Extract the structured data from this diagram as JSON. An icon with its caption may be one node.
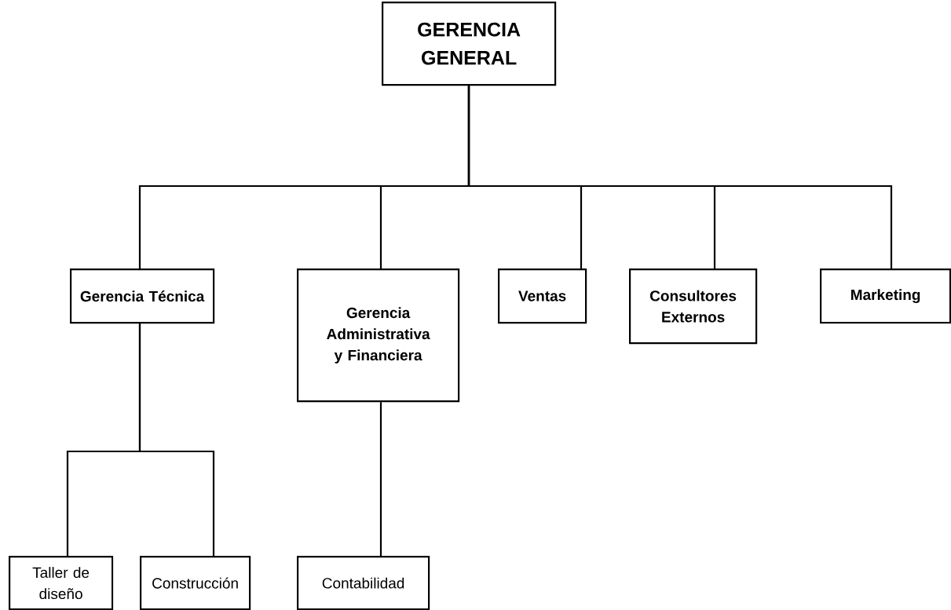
{
  "diagram": {
    "nodes": [
      {
        "text": [
          "GERENCIA GENERAL"
        ]
      },
      {
        "text": [
          "Gerencia Técnica"
        ]
      },
      {
        "text": [
          "Gerencia Administrativa y Financiera"
        ]
      },
      {
        "text": [
          "Ventas"
        ]
      },
      {
        "text": [
          "Consultores Externos"
        ]
      },
      {
        "text": [
          "Marketing"
        ]
      },
      {
        "text": [
          "Taller de diseño"
        ]
      },
      {
        "text": [
          "Construcción"
        ]
      },
      {
        "text": [
          "Contabilidad"
        ]
      }
    ],
    "edges": [
      {
        "from": 0,
        "to": 1,
        "arrow": "none"
      },
      {
        "from": 0,
        "to": 2,
        "arrow": "none"
      },
      {
        "from": 0,
        "to": 3,
        "arrow": "none"
      },
      {
        "from": 0,
        "to": 4,
        "arrow": "none"
      },
      {
        "from": 0,
        "to": 5,
        "arrow": "none"
      },
      {
        "from": 1,
        "to": 6,
        "arrow": "none"
      },
      {
        "from": 1,
        "to": 7,
        "arrow": "none"
      },
      {
        "from": 2,
        "to": 8,
        "arrow": "none"
      }
    ]
  }
}
